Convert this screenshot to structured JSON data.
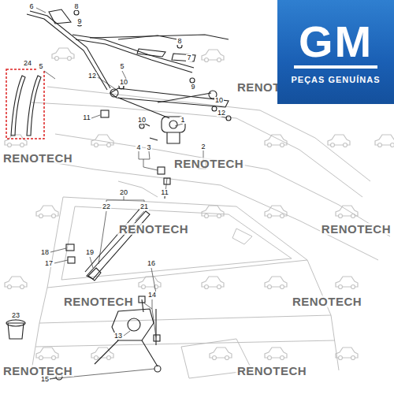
{
  "diagram": {
    "nodes": [
      {
        "text": [
          "GM",
          "PEÇAS GENUÍNAS"
        ]
      }
    ],
    "labels": [
      "6",
      "8",
      "9",
      "7",
      "8",
      "9",
      "5",
      "5",
      "24",
      "12",
      "10",
      "11",
      "10",
      "4",
      "3",
      "1",
      "10",
      "12",
      "2",
      "11",
      "20",
      "22",
      "21",
      "18",
      "17",
      "19",
      "16",
      "14",
      "23",
      "13",
      "15",
      "RENOTECH",
      "RENOTECH",
      "RENOTECH",
      "RENOTECH",
      "RENOTECH",
      "RENOTECH",
      "RENOTECH",
      "RENOTECH",
      "RENOTECH"
    ]
  }
}
